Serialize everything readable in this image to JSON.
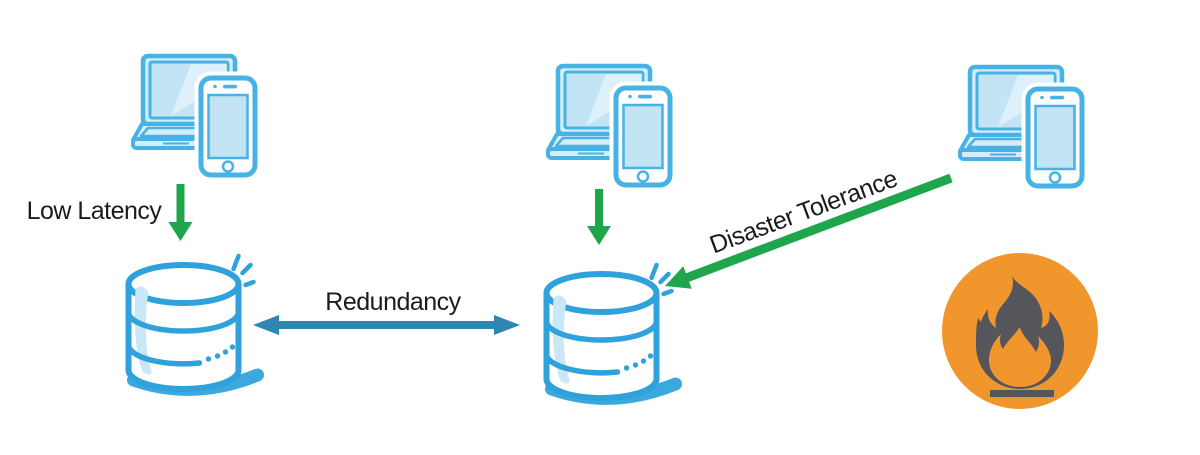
{
  "background": "#FFFFFF",
  "colors": {
    "background": "#FFFFFF",
    "green_arrow": "#1FA64C",
    "blue_arrow": "#2E86B2",
    "device_outline": "#47B2E4",
    "device_fill": "#D6EDF9",
    "device_screen_fill": "#C3E4F5",
    "db_outline": "#2FA2DB",
    "db_shadow": "#3BA9DE",
    "db_highlight": "#C9E7F7",
    "fire_orange": "#F0962D",
    "flame_dark": "#54565B",
    "label_color": "#1B1B1B"
  },
  "nodes": [
    {
      "id": "client-devices-left",
      "icon": "laptop-phone-icon"
    },
    {
      "id": "client-devices-center",
      "icon": "laptop-phone-icon"
    },
    {
      "id": "client-devices-right",
      "icon": "laptop-phone-icon"
    },
    {
      "id": "database-left",
      "icon": "database-icon"
    },
    {
      "id": "database-center",
      "icon": "database-icon"
    },
    {
      "id": "fire-hazard",
      "icon": "fire-icon"
    }
  ],
  "connections": [
    {
      "from": "client-devices-left",
      "to": "database-left",
      "label": "Low Latency",
      "style": "green",
      "direction": "one-way"
    },
    {
      "from": "client-devices-center",
      "to": "database-center",
      "label": "",
      "style": "green",
      "direction": "one-way"
    },
    {
      "from": "database-left",
      "to": "database-center",
      "label": "Redundancy",
      "style": "blue",
      "direction": "two-way"
    },
    {
      "from": "client-devices-right",
      "to": "database-center",
      "label": "Disaster Tolerance",
      "style": "green",
      "direction": "one-way"
    }
  ]
}
